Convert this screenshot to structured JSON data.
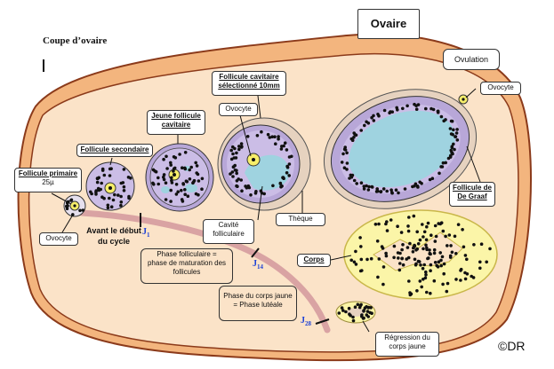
{
  "title": "Coupe d’ovaire",
  "ovary_label": "Ovaire",
  "ovulation_label": "Ovulation",
  "labels": {
    "follicule_primaire": "Follicule primaire",
    "size_25": "25µ",
    "follicule_secondaire": "Follicule secondaire",
    "jeune_follicule_line1": "Jeune follicule",
    "jeune_follicule_line2": "cavitaire",
    "cavitaire_selectionne_line1": "Follicule cavitaire",
    "cavitaire_selectionne_line2": "sélectionné 10mm",
    "ovocyte_left": "Ovocyte",
    "ovocyte_middle": "Ovocyte",
    "ovocyte_right": "Ovocyte",
    "cavite_line1": "Cavité",
    "cavite_line2": "folliculaire",
    "theque": "Thèque",
    "graaf_line1": "Follicule de",
    "graaf_line2": "De Graaf",
    "corps": "Corps",
    "regression_line1": "Régression du",
    "regression_line2": "corps jaune",
    "avant_line1": "Avant le début",
    "avant_line2": "du cycle",
    "phase_folliculaire_line1": "Phase folliculaire =",
    "phase_folliculaire_line2": "phase de maturation des",
    "phase_folliculaire_line3": "follicules",
    "phase_corps_jaune_line1": "Phase du corps jaune",
    "phase_corps_jaune_line2": "= Phase lutéale",
    "j1": "J",
    "j1_sub": "1",
    "j14": "J",
    "j14_sub": "14",
    "j28": "J",
    "j28_sub": "28",
    "copyright": "©DR"
  },
  "colors": {
    "ovary_fill": "#fbe3c8",
    "ovary_outer": "#f3b57e",
    "stroke": "#8b3a1a",
    "follicle_purple": "#b8a7d8",
    "cavity_blue": "#9fd3e0",
    "corpus_yellow": "#fbf5a8",
    "timeline_pink": "#d9a3a3",
    "j_blue": "#1a3fd6"
  }
}
